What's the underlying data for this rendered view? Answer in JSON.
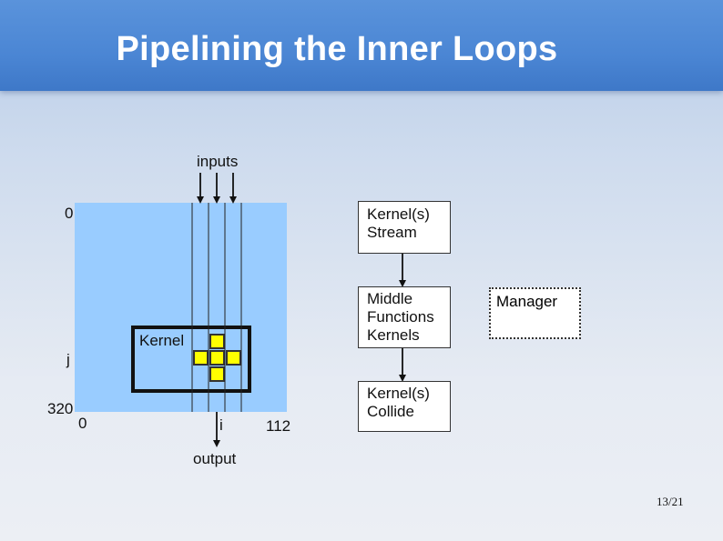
{
  "slide": {
    "title": "Pipelining the Inner Loops",
    "page_number": "13/21"
  },
  "diagram": {
    "inputs_label": "inputs",
    "output_label": "output",
    "kernel_label": "Kernel",
    "axis": {
      "row_start": "0",
      "row_var": "j",
      "row_end": "320",
      "col_start": "0",
      "col_var": "i",
      "col_end": "112"
    },
    "pipeline": {
      "stream_line1": "Kernel(s)",
      "stream_line2": "Stream",
      "middle_line1": "Middle",
      "middle_line2": "Functions",
      "middle_line3": "Kernels",
      "collide_line1": "Kernel(s)",
      "collide_line2": "Collide",
      "manager": "Manager"
    },
    "colors": {
      "grid_fill": "#99ccff",
      "kernel_cells": "#ffff00",
      "header": "#4b86d4"
    }
  }
}
